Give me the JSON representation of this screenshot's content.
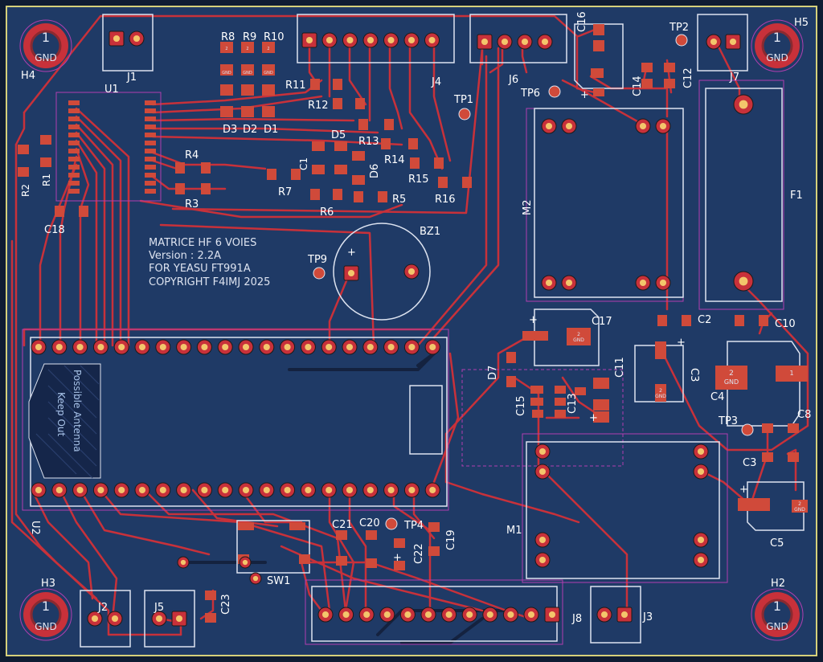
{
  "board": {
    "text_lines": [
      "MATRICE HF 6 VOIES",
      "Version : 2.2A",
      "FOR YEASU FT991A",
      "COPYRIGHT F4IMJ 2025"
    ],
    "keepout_lines": [
      "Possible Antenna",
      "Keep Out"
    ]
  },
  "mounting_holes": [
    {
      "ref": "H4",
      "num": "1",
      "net": "GND"
    },
    {
      "ref": "H5",
      "num": "1",
      "net": "GND"
    },
    {
      "ref": "H3",
      "num": "1",
      "net": "GND"
    },
    {
      "ref": "H2",
      "num": "1",
      "net": "GND"
    }
  ],
  "refs": {
    "J1": "J1",
    "J2": "J2",
    "J3": "J3",
    "J4": "J4",
    "J5": "J5",
    "J6": "J6",
    "J7": "J7",
    "J8": "J8",
    "U1": "U1",
    "U2": "U2",
    "M1": "M1",
    "M2": "M2",
    "F1": "F1",
    "BZ1": "BZ1",
    "SW1": "SW1",
    "D1": "D1",
    "D2": "D2",
    "D3": "D3",
    "D5": "D5",
    "D6": "D6",
    "D7": "D7",
    "R1": "R1",
    "R2": "R2",
    "R3": "R3",
    "R4": "R4",
    "R5": "R5",
    "R6": "R6",
    "R7": "R7",
    "R8": "R8",
    "R9": "R9",
    "R10": "R10",
    "R11": "R11",
    "R12": "R12",
    "R13": "R13",
    "R14": "R14",
    "R15": "R15",
    "R16": "R16",
    "C1": "C1",
    "C2": "C2",
    "C3": "C3",
    "C4": "C4",
    "C5": "C5",
    "C8": "C8",
    "C10": "C10",
    "C11": "C11",
    "C12": "C12",
    "C13": "C13",
    "C14": "C14",
    "C15": "C15",
    "C16": "C16",
    "C17": "C17",
    "C18": "C18",
    "C19": "C19",
    "C20": "C20",
    "C21": "C21",
    "C22": "C22",
    "C23": "C23",
    "TP1": "TP1",
    "TP2": "TP2",
    "TP3": "TP3",
    "TP4": "TP4",
    "TP6": "TP6",
    "TP9": "TP9"
  },
  "pad_labels": {
    "one": "1",
    "two": "2",
    "gnd": "GND",
    "plus": "+"
  },
  "colors": {
    "board": "#1f3a66",
    "background": "#0f1c33",
    "edge": "#d6d07a",
    "copper_front": "#c8313a",
    "copper_back": "#1a2a4a",
    "silk": "#dde3f0",
    "courtyard": "#b03fb0",
    "pad": "#d04a3a",
    "drill": "#f3c66b"
  }
}
